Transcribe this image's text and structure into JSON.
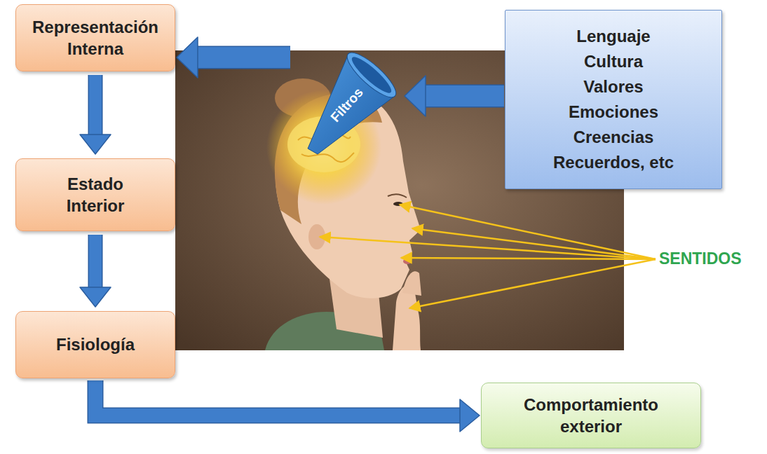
{
  "diagram": {
    "nodes": [
      {
        "text": [
          "Representación Interna"
        ]
      },
      {
        "text": [
          "Filtros"
        ]
      },
      {
        "text": [
          "Lenguaje",
          "Cultura",
          "Valores",
          "Emociones",
          "Creencias",
          "Recuerdos, etc"
        ]
      },
      {
        "text": [
          "Estado Interior"
        ]
      },
      {
        "text": [
          "Fisiología"
        ]
      },
      {
        "text": [
          "Comportamiento exterior"
        ]
      }
    ],
    "edges": [
      {
        "from": 2,
        "to": 1,
        "arrow": "to"
      },
      {
        "from": 1,
        "to": 0,
        "arrow": "to"
      },
      {
        "from": 0,
        "to": 3,
        "arrow": "to"
      },
      {
        "from": 3,
        "to": 4,
        "arrow": "to"
      },
      {
        "from": 4,
        "to": 5,
        "arrow": "to"
      }
    ],
    "labels": [
      "SENTIDOS"
    ]
  }
}
